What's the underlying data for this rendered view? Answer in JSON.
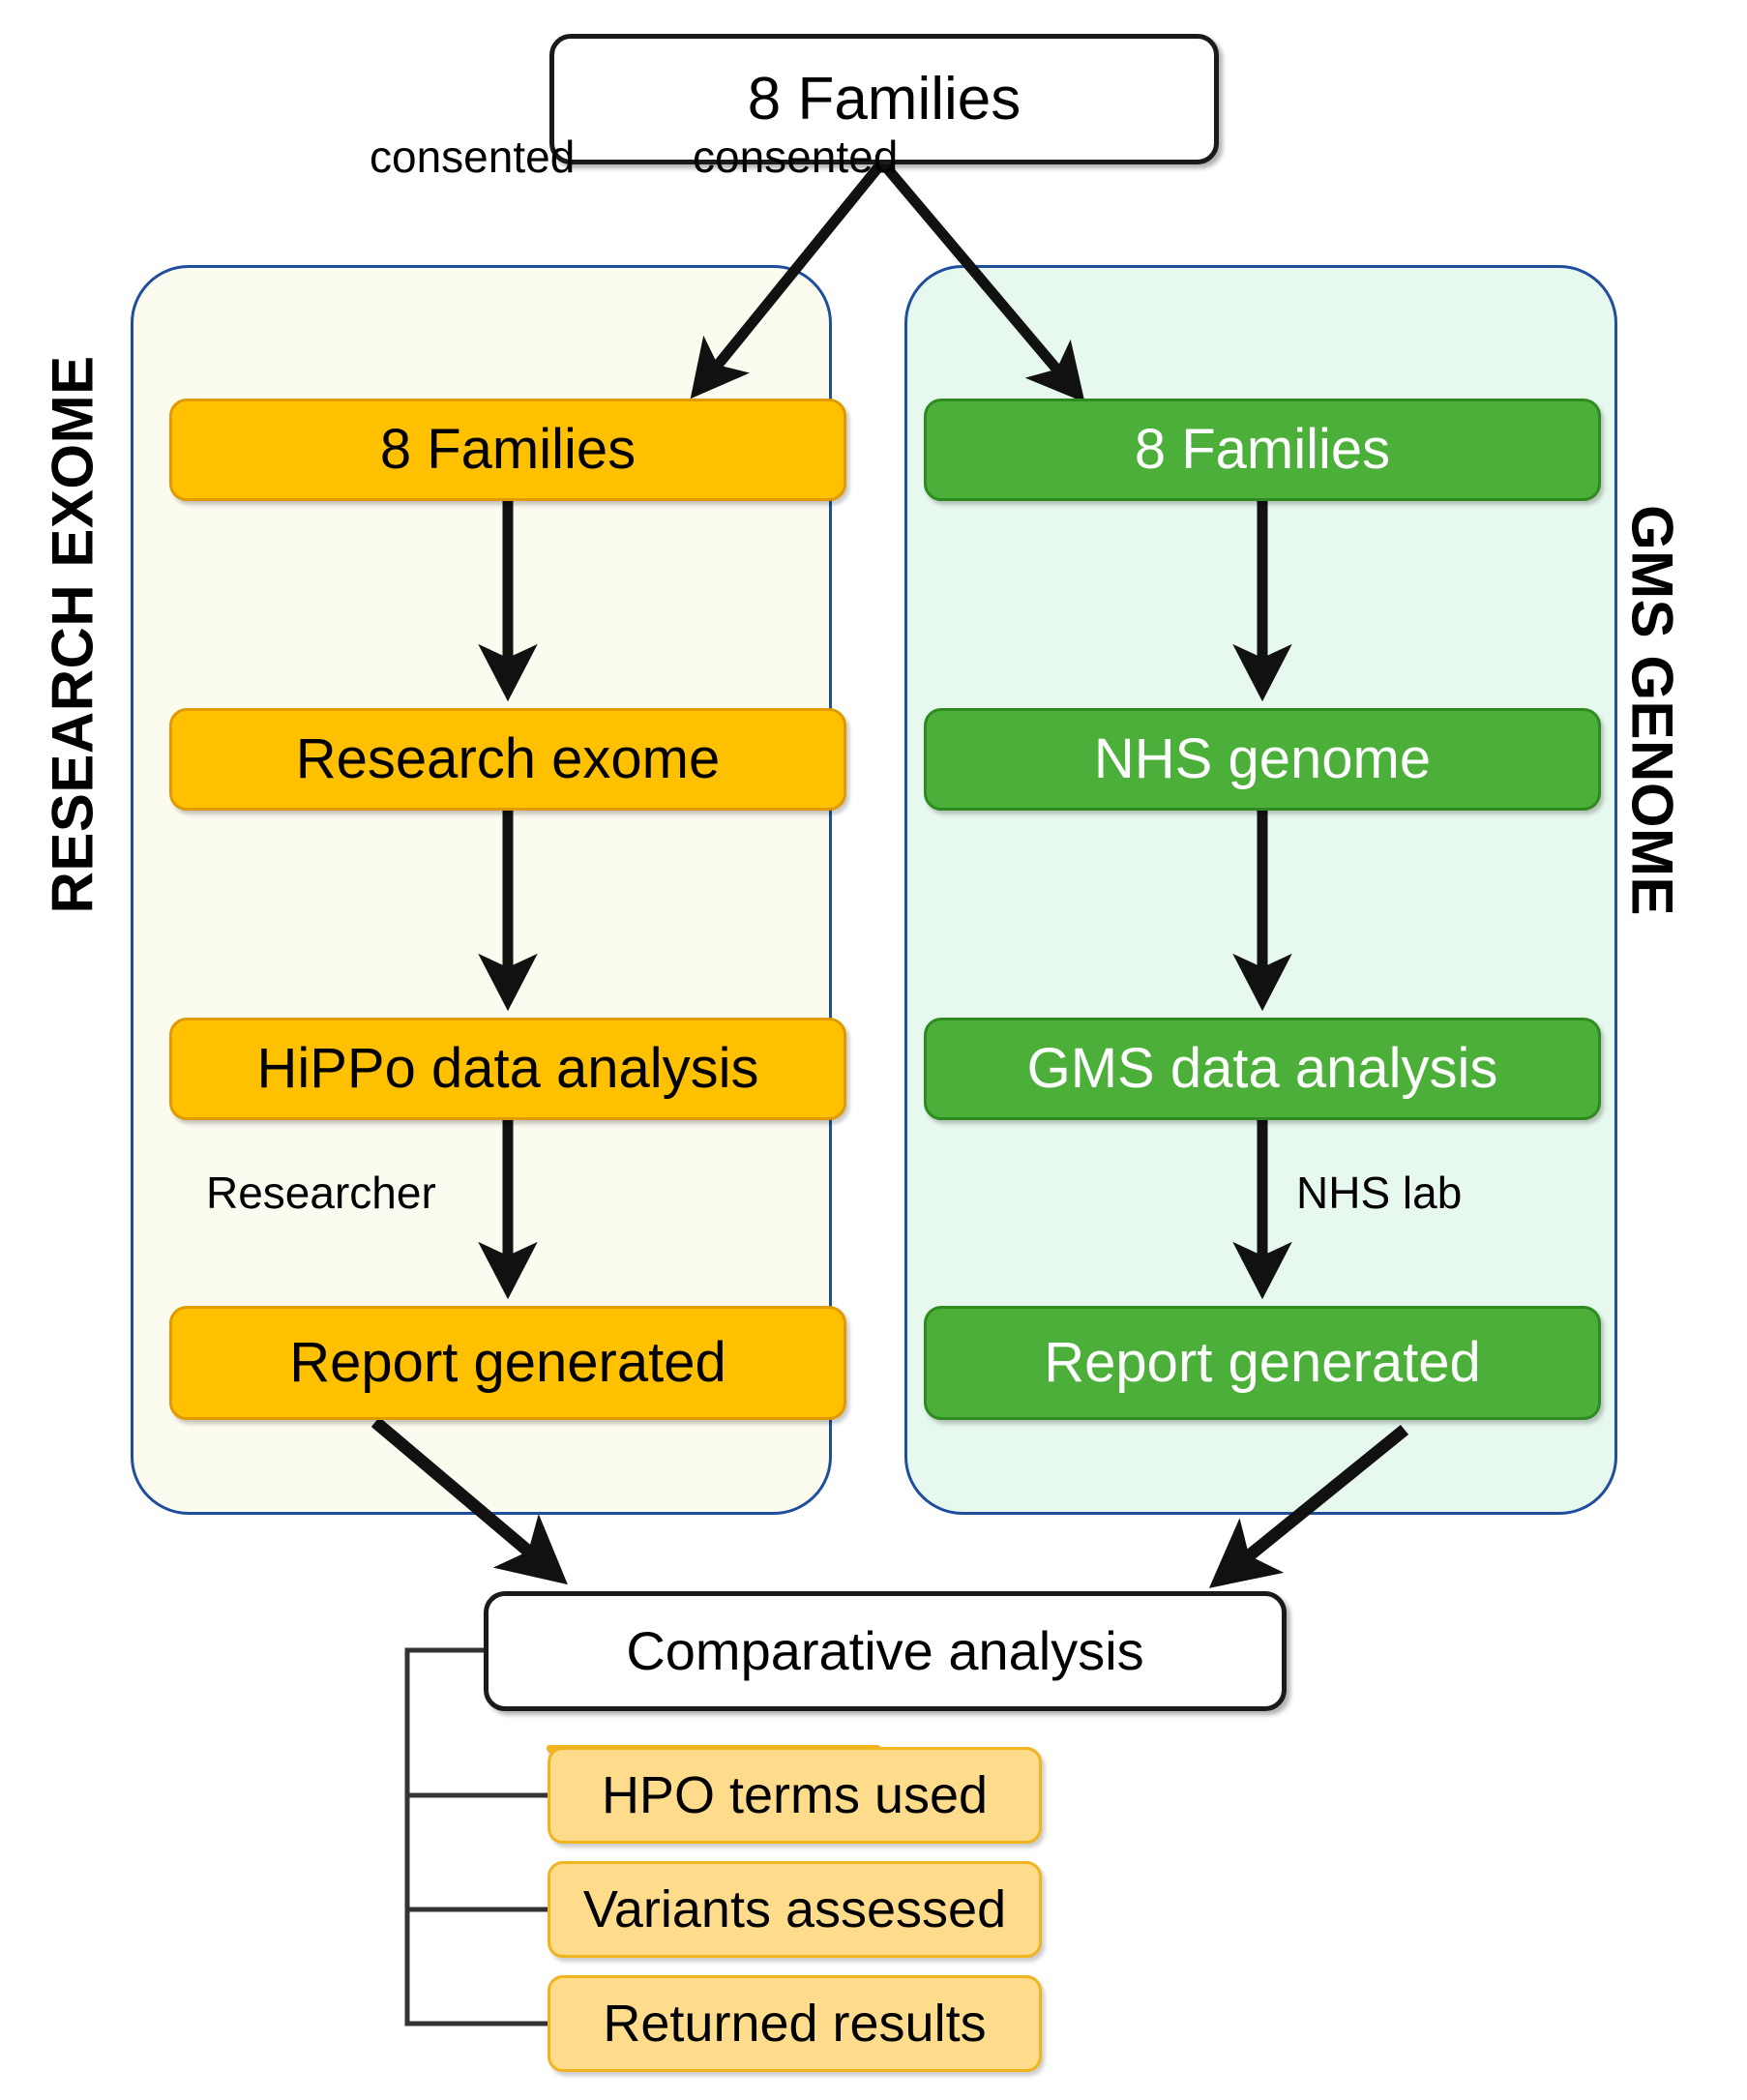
{
  "diagram": {
    "title_node": {
      "label": "8 Families"
    },
    "edge_labels": {
      "consent_left": "consented",
      "consent_right": "consented",
      "researcher": "Researcher",
      "nhs_lab": "NHS lab"
    },
    "lanes": [
      {
        "id": "research-exome",
        "label": "RESEARCH EXOME",
        "accent": "#FFC000",
        "panel_fill": "#FCFBF0",
        "panel_border": "#1F4E9C",
        "steps": [
          {
            "label": "8 Families"
          },
          {
            "label": "Research exome"
          },
          {
            "label": "HiPPo data analysis"
          },
          {
            "label": "Report generated"
          }
        ]
      },
      {
        "id": "gms-genome",
        "label": "GMS GENOME",
        "accent": "#4CAF3A",
        "panel_fill": "#E7F8EE",
        "panel_border": "#1F4E9C",
        "steps": [
          {
            "label": "8 Families"
          },
          {
            "label": "NHS genome"
          },
          {
            "label": "GMS data analysis"
          },
          {
            "label": "Report generated"
          }
        ]
      }
    ],
    "outcome": {
      "label": "Comparative analysis",
      "metrics": [
        {
          "label": "HPO terms used"
        },
        {
          "label": "Variants assessed"
        },
        {
          "label": "Returned results"
        }
      ]
    }
  }
}
